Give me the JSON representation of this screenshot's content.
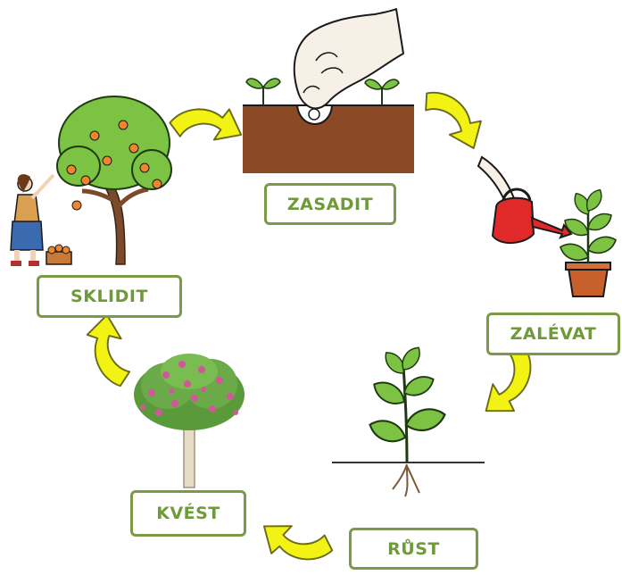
{
  "stages": [
    {
      "id": "zasadit",
      "label": "ZASADIT"
    },
    {
      "id": "zalevat",
      "label": "ZALÉVAT"
    },
    {
      "id": "rust",
      "label": "RŮST"
    },
    {
      "id": "kvest",
      "label": "KVÉST"
    },
    {
      "id": "sklidit",
      "label": "SKLIDIT"
    }
  ],
  "colors": {
    "label_border": "#7a9a48",
    "label_text": "#6f9a3a",
    "arrow_fill": "#f2f215",
    "soil": "#8b4a25",
    "leaf": "#7cc243",
    "watering_can": "#e02a2a",
    "pot": "#c8602c",
    "blossom": "#d2579a",
    "fruit": "#f0862c"
  },
  "icons": [
    "hand-icon",
    "watering-can-icon",
    "seedling-icon",
    "flowering-tree-icon",
    "fruit-tree-icon",
    "woman-icon",
    "basket-icon"
  ]
}
